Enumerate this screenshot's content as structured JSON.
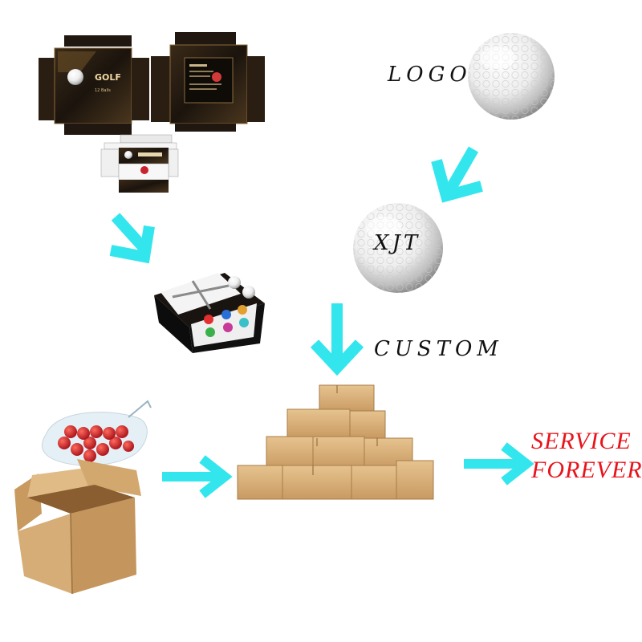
{
  "labels": {
    "logo": "LOGO",
    "ball_print": "XJT",
    "custom": "CUSTOM",
    "service_line1": "SERVICE",
    "service_line2": "FOREVER"
  },
  "box_print": {
    "brand_word": "GOLF",
    "sub_text": "12 Balls"
  },
  "colors": {
    "arrow": "#33e6ee",
    "service_text": "#e8131b",
    "carton": "#d8b27e",
    "carton_dark": "#b88a55",
    "box_dark": "#1b140d",
    "box_gold": "#a9824a"
  },
  "icons": [
    "golf-ball-icon",
    "printed-golf-ball-icon",
    "golf-box-dieline-icon",
    "gift-box-icon",
    "carton-stack-icon",
    "open-carton-icon",
    "bag-of-balls-icon",
    "arrow-icon"
  ]
}
